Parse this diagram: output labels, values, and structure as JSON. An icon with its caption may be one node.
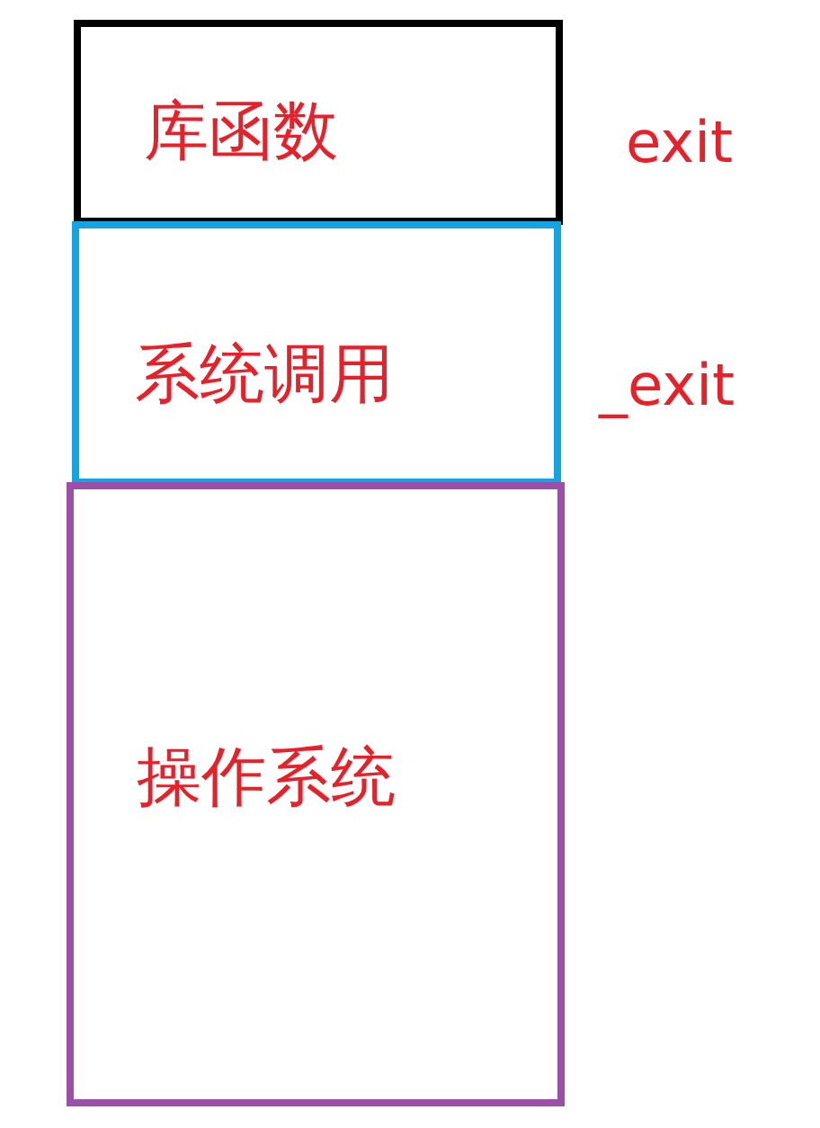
{
  "diagram": {
    "nodes": [
      {
        "text": [
          "库函数"
        ],
        "beside": [
          "exit"
        ]
      },
      {
        "text": [
          "系统调用"
        ],
        "beside": [
          "_exit"
        ]
      },
      {
        "text": [
          "操作系统"
        ]
      }
    ]
  }
}
